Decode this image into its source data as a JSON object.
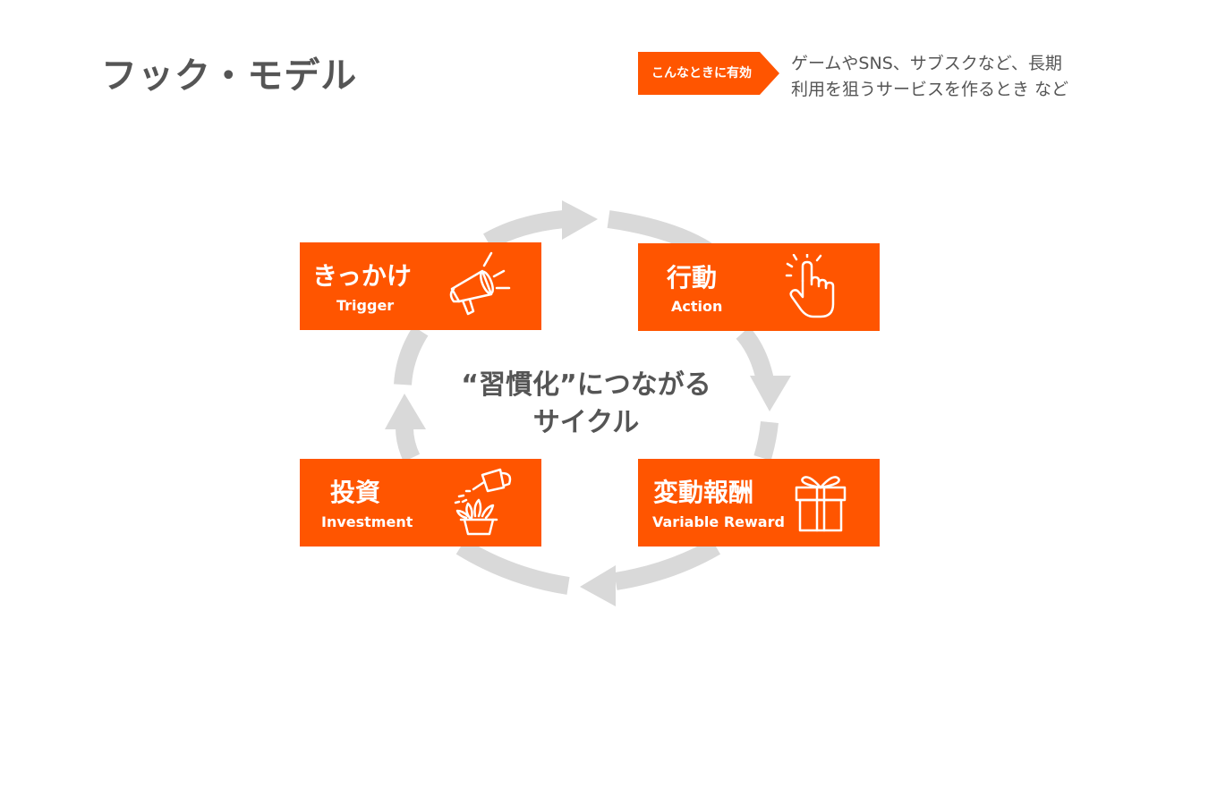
{
  "title": "フック・モデル",
  "tag": {
    "label": "こんなときに有効",
    "description": [
      "ゲームやSNS、サブスクなど、長期",
      "利用を狙うサービスを作るとき など"
    ]
  },
  "center": {
    "lines": [
      "“習慣化”につながる",
      "サイクル"
    ]
  },
  "stages": [
    {
      "ja": "きっかけ",
      "en": "Trigger",
      "icon": "megaphone-icon"
    },
    {
      "ja": "行動",
      "en": "Action",
      "icon": "pointing-hand-icon"
    },
    {
      "ja": "変動報酬",
      "en": "Variable Reward",
      "icon": "gift-box-icon"
    },
    {
      "ja": "投資",
      "en": "Investment",
      "icon": "watering-can-plant-icon"
    }
  ],
  "colors": {
    "accent": "#ff5500",
    "text": "#555555",
    "cycle_arrow": "#d9d9d9"
  }
}
